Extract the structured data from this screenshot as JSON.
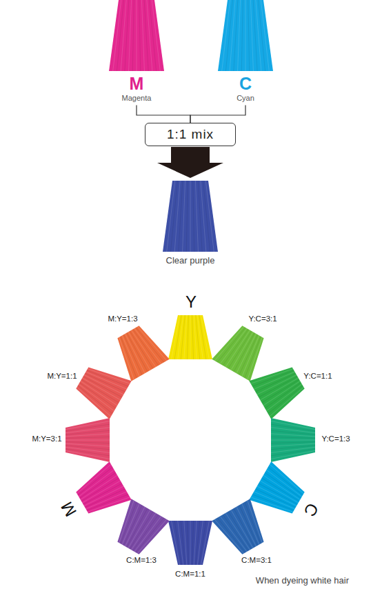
{
  "diagram": {
    "nodes": [
      {
        "text": [
          "M",
          "Magenta"
        ]
      },
      {
        "text": [
          "C",
          "Cyan"
        ]
      },
      {
        "text": [
          "1:1 mix"
        ]
      },
      {
        "text": [
          "Clear purple"
        ]
      },
      {
        "text": [
          "Y"
        ]
      },
      {
        "text": [
          "Y:C=3:1"
        ]
      },
      {
        "text": [
          "Y:C=1:1"
        ]
      },
      {
        "text": [
          "Y:C=1:3"
        ]
      },
      {
        "text": [
          "C"
        ]
      },
      {
        "text": [
          "C:M=3:1"
        ]
      },
      {
        "text": [
          "C:M=1:1"
        ]
      },
      {
        "text": [
          "C:M=1:3"
        ]
      },
      {
        "text": [
          "M"
        ]
      },
      {
        "text": [
          "M:Y=3:1"
        ]
      },
      {
        "text": [
          "M:Y=1:1"
        ]
      },
      {
        "text": [
          "M:Y=1:3"
        ]
      }
    ],
    "edges": [
      {
        "from": 0,
        "to": 2,
        "arrow": "none"
      },
      {
        "from": 1,
        "to": 2,
        "arrow": "none"
      },
      {
        "from": 2,
        "to": 3,
        "arrow": "to"
      }
    ],
    "labels": [
      "When dyeing white hair"
    ]
  }
}
